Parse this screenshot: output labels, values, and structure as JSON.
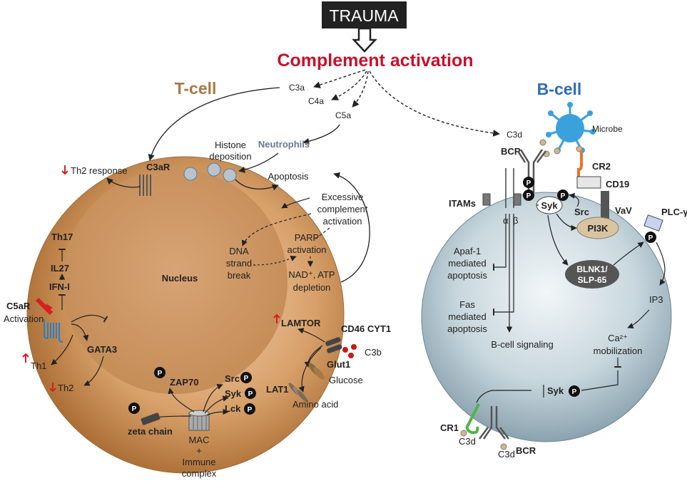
{
  "header": {
    "trauma": "TRAUMA",
    "complement_activation": "Complement activation"
  },
  "titles": {
    "tcell": "T-cell",
    "bcell": "B-cell"
  },
  "cascade": {
    "c3a": "C3a",
    "c4a": "C4a",
    "c5a": "C5a",
    "c3d": "C3d",
    "microbe": "Microbe",
    "neutrophils": "Neutrophils"
  },
  "tcell": {
    "th2_response": "Th2 response",
    "c3ar": "C3aR",
    "histone_line1": "Histone",
    "histone_line2": "deposition",
    "apoptosis": "Apoptosis",
    "excessive_line1": "Excessive",
    "excessive_line2": "complement",
    "excessive_line3": "activation",
    "th17": "Th17",
    "il27": "IL27",
    "ifn": "IFN-I",
    "c5ar": "C5aR",
    "activation": "Activation",
    "gata3": "GATA3",
    "th1": "Th1",
    "th2": "Th2",
    "nucleus": "Nucleus",
    "dna_line1": "DNA",
    "dna_line2": "strand",
    "dna_line3": "break",
    "parp_line1": "PARP",
    "parp_line2": "activation",
    "nad_line1": "NAD⁺, ATP",
    "nad_line2": "depletion",
    "lamtor": "LAMTOR",
    "cd46": "CD46 CYT1",
    "c3b": "C3b",
    "glut1": "Glut1",
    "glucose": "Glucose",
    "lat1": "LAT1",
    "amino_acid": "Amino acid",
    "zap70": "ZAP70",
    "src": "Src",
    "syk": "Syk",
    "lck": "Lck",
    "zeta_chain": "zeta chain",
    "mac_line1": "MAC",
    "mac_line2": "+",
    "mac_line3": "Immune",
    "mac_line4": "complex"
  },
  "bcell": {
    "bcr_top": "BCR",
    "cr2": "CR2",
    "cd19": "CD19",
    "plc": "PLC-γ",
    "itams": "ITAMs",
    "alpha": "α",
    "beta": "β",
    "syk": "Syk",
    "src": "Src",
    "vav": "VaV",
    "pi3k": "PI3K",
    "apaf_line1": "Apaf-1",
    "apaf_line2": "mediated",
    "apaf_line3": "apoptosis",
    "fas_line1": "Fas",
    "fas_line2": "mediated",
    "fas_line3": "apoptosis",
    "blnk_line1": "BLNK1/",
    "blnk_line2": "SLP-65",
    "ip3": "IP3",
    "ca_line1": "Ca²⁺",
    "ca_line2": "mobilization",
    "bcell_signaling": "B-cell signaling",
    "syk_bottom": "Syk",
    "cr1": "CR1",
    "c3d_left": "C3d",
    "c3d_bottom": "C3d",
    "bcr_bottom": "BCR"
  },
  "phospho": "P",
  "colors": {
    "title_red": "#c8102e",
    "tcell_title": "#a87845",
    "bcell_title": "#2e6db4",
    "tcell_outer": "#c98f55",
    "tcell_nucleus": "#d9a97a",
    "bcell_fill": "#b9cdd6",
    "microbe": "#3aa1dd",
    "cr2": "#e9742b",
    "cr1": "#4cb648",
    "arrow_up_red": "#d62020",
    "receptor_blue": "#2a7fc4"
  },
  "icons": [
    "down-arrow-icon",
    "up-arrow-icon",
    "activation-arrow-icon",
    "phospho-icon"
  ]
}
